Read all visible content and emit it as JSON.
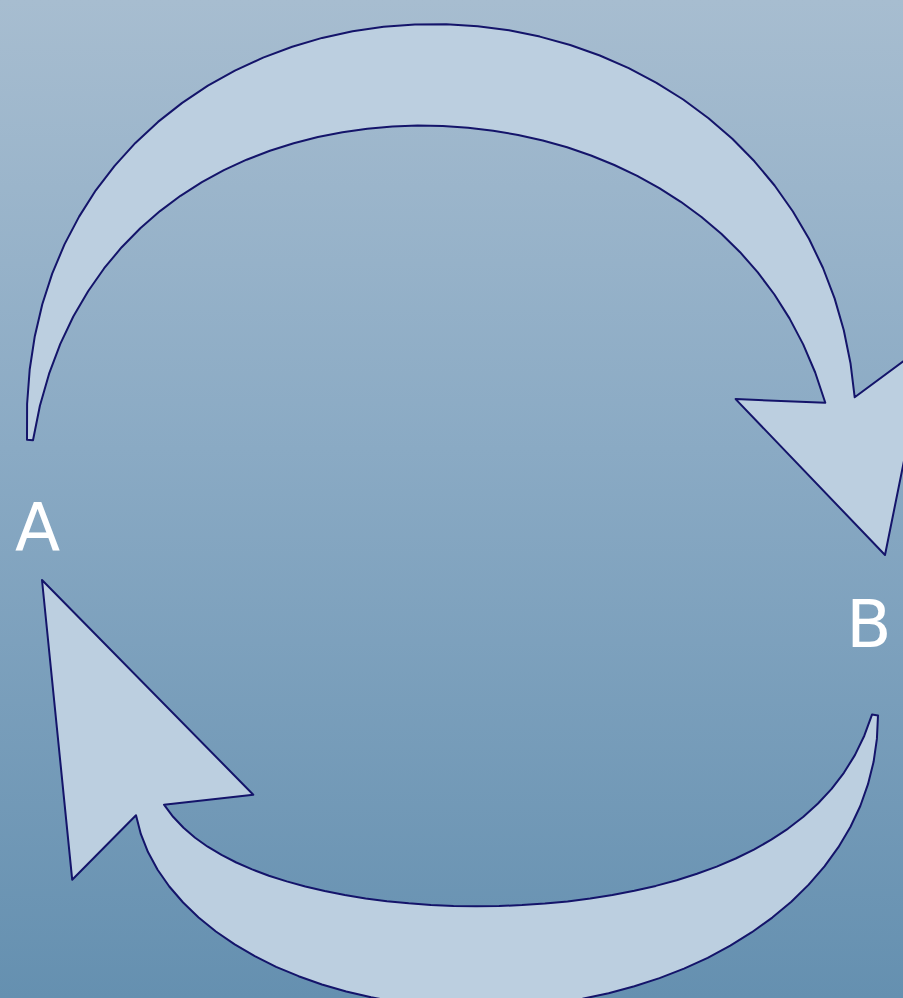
{
  "diagram": {
    "nodes": [
      {
        "text": [
          "A"
        ]
      },
      {
        "text": [
          "B"
        ]
      }
    ],
    "edges": [
      {
        "from": 0,
        "to": 1,
        "arrow": "to"
      },
      {
        "from": 1,
        "to": 0,
        "arrow": "to"
      }
    ]
  }
}
